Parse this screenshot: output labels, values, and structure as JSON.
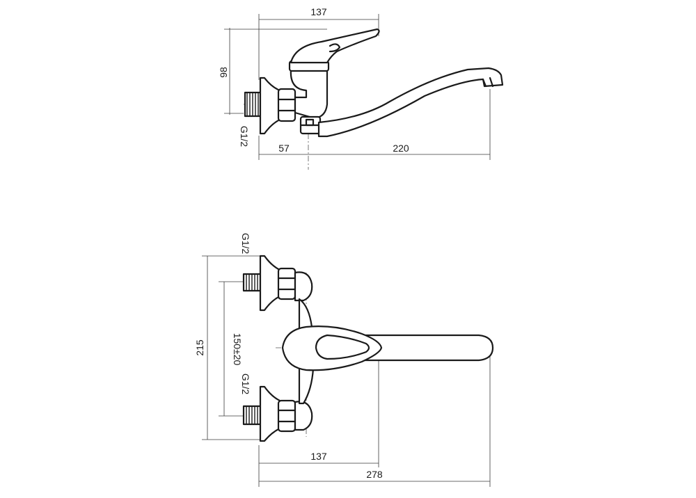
{
  "side_view": {
    "dims": {
      "overall_width": "137",
      "height": "98",
      "pipe_thread": "G1/2",
      "body_offset": "57",
      "spout_reach": "220"
    }
  },
  "front_view": {
    "dims": {
      "upper_thread": "G1/2",
      "lower_thread": "G1/2",
      "total_height": "215",
      "center_distance": "150±20",
      "handle_reach": "137",
      "spout_reach": "278"
    }
  },
  "colors": {
    "line": "#1a1a1a",
    "background": "#ffffff"
  }
}
